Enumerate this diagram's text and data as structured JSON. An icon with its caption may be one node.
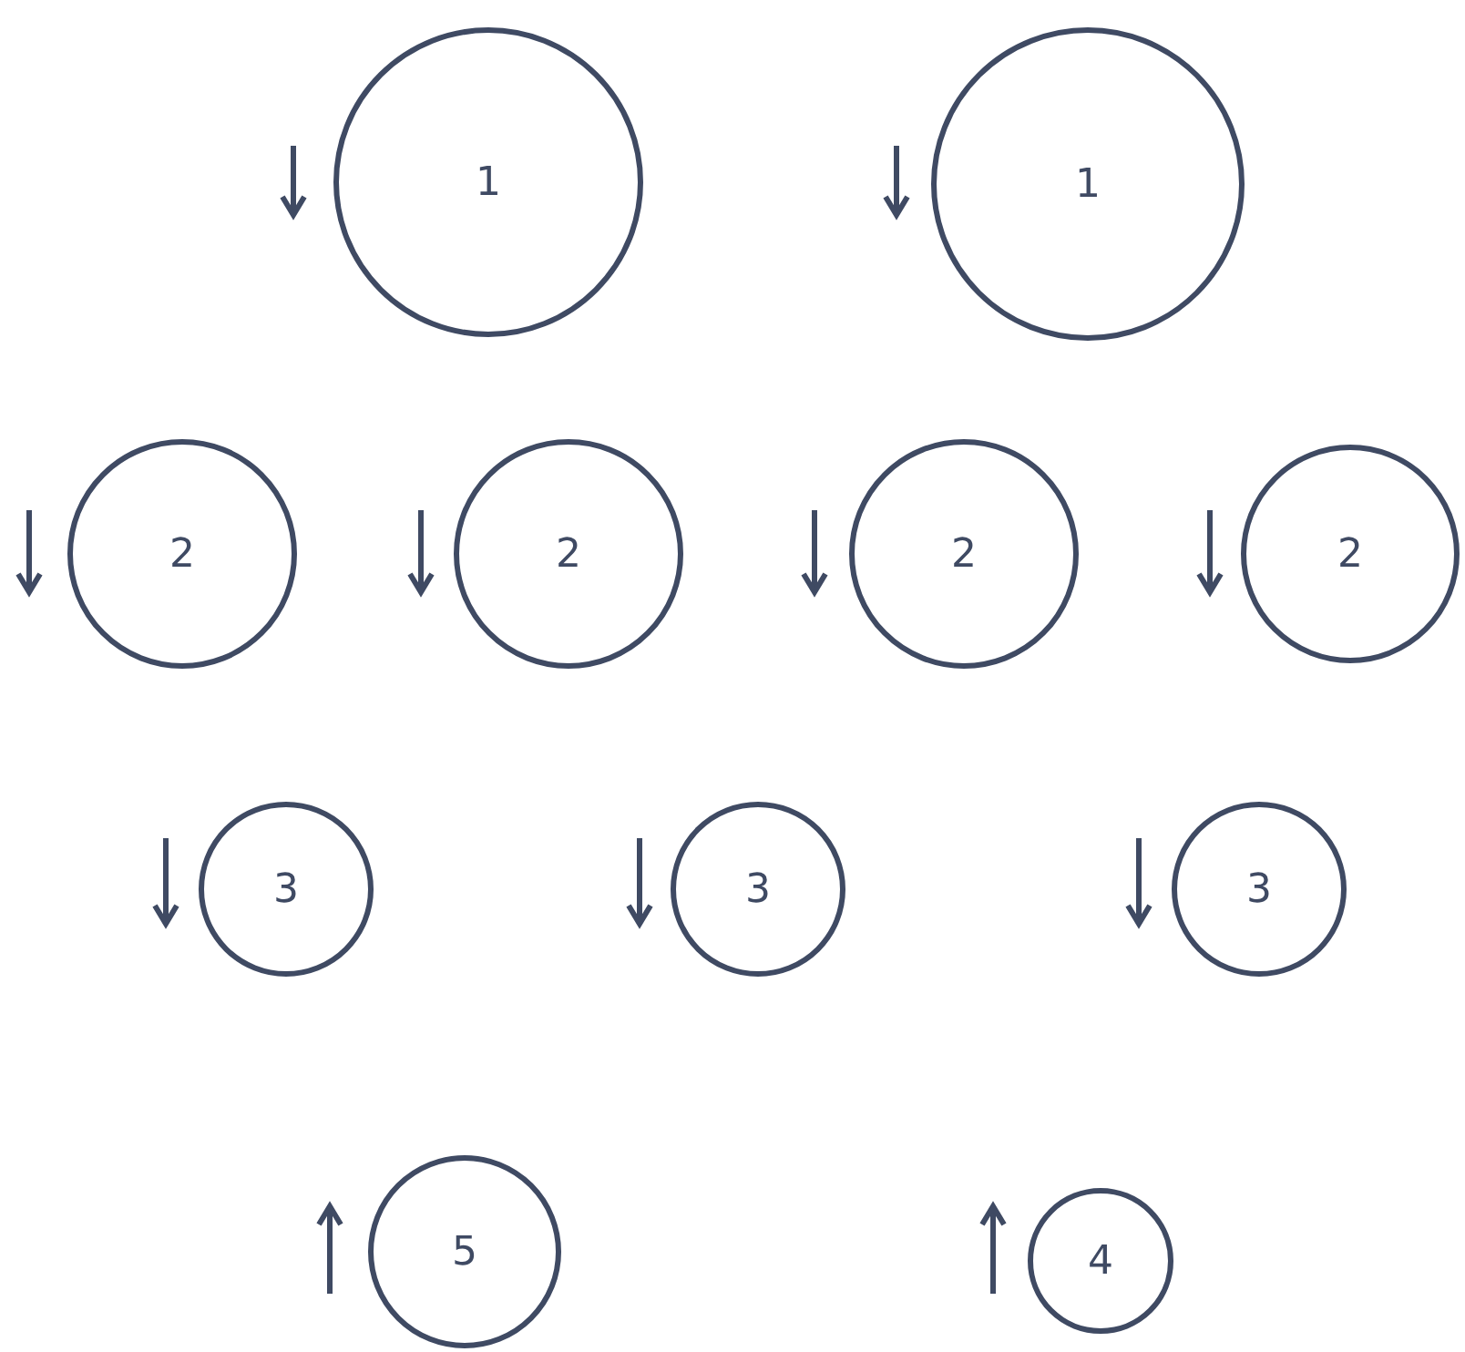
{
  "diagram": {
    "nodes": [
      {
        "text": [
          "1"
        ]
      },
      {
        "text": [
          "1"
        ]
      },
      {
        "text": [
          "2"
        ]
      },
      {
        "text": [
          "2"
        ]
      },
      {
        "text": [
          "2"
        ]
      },
      {
        "text": [
          "2"
        ]
      },
      {
        "text": [
          "3"
        ]
      },
      {
        "text": [
          "3"
        ]
      },
      {
        "text": [
          "3"
        ]
      },
      {
        "text": [
          "5"
        ]
      },
      {
        "text": [
          "4"
        ]
      }
    ]
  }
}
